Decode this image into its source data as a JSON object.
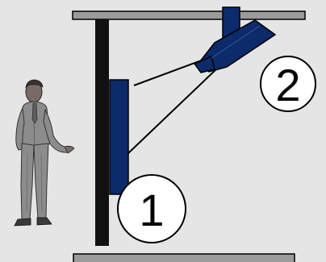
{
  "diagram": {
    "callouts": [
      {
        "label": "1",
        "refers_to": "wall-mounted-panel"
      },
      {
        "label": "2",
        "refers_to": "ceiling-mounted-projector"
      }
    ],
    "colors": {
      "background": "#e5e5e5",
      "panel_fill": "#0d2a6b",
      "rail_fill": "#9b9b9b",
      "wall_post": "#111111",
      "outline": "#000000",
      "callout_fill": "#ffffff",
      "suit": "#8c8c8c"
    }
  }
}
